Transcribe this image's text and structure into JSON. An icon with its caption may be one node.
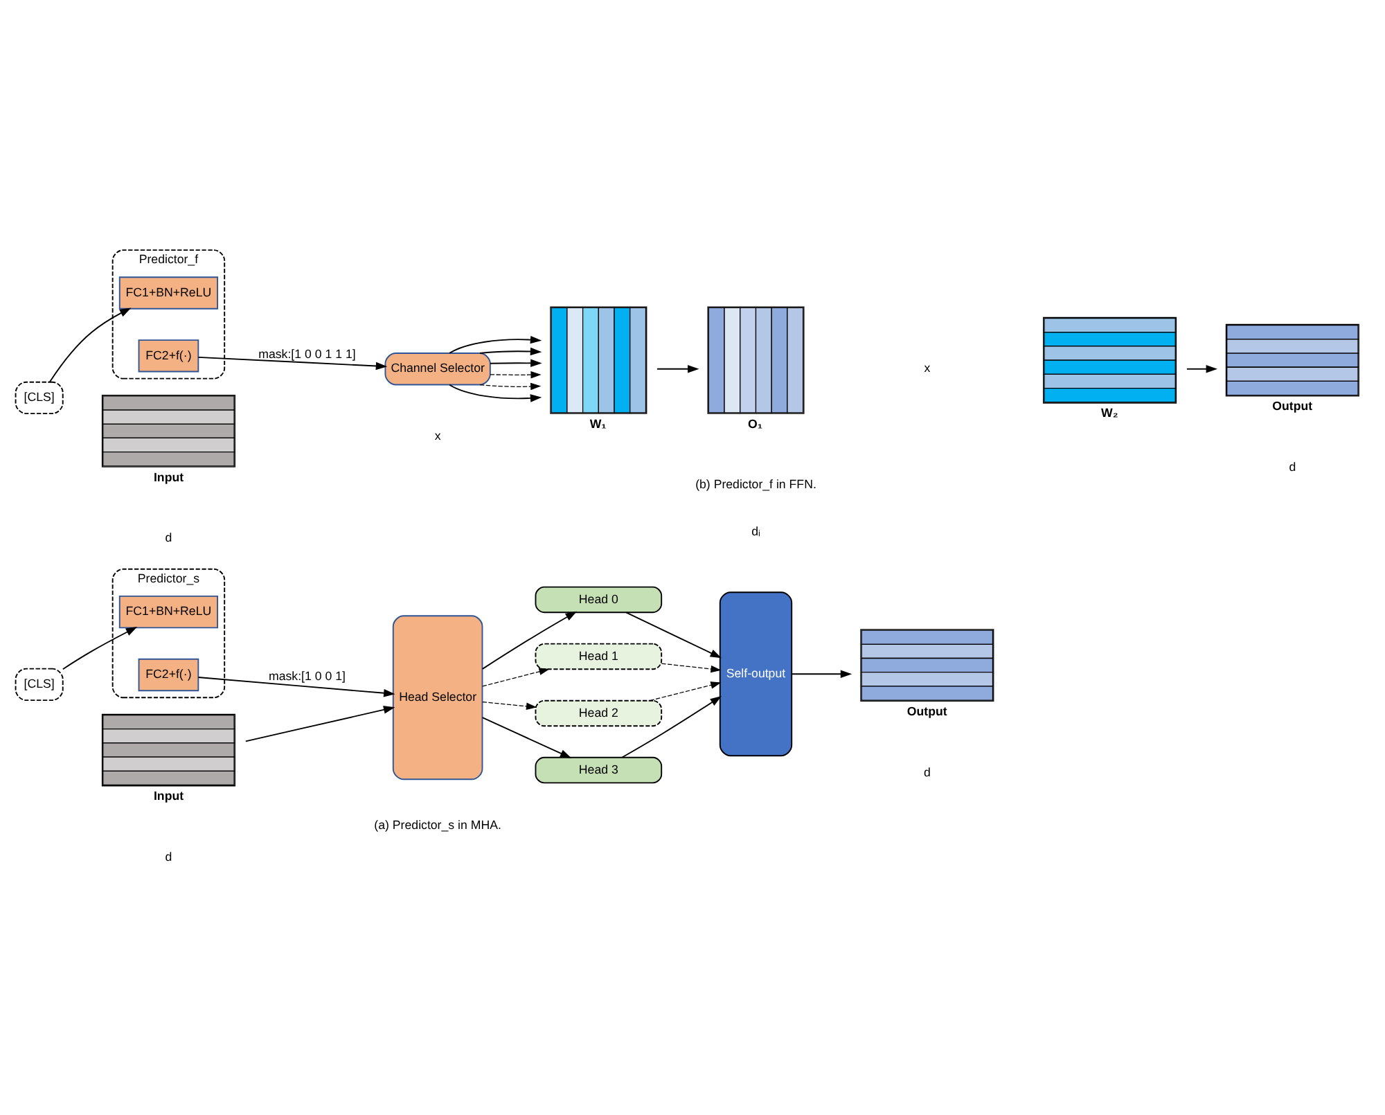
{
  "diagram": {
    "nodes": [
      {
        "text": [
          "Predictor_s"
        ]
      },
      {
        "text": [
          "FC2+f(·)"
        ],
        "in": 0
      },
      {
        "text": [
          "FC1+BN+ReLU"
        ],
        "in": 0
      },
      {
        "text": [
          "[CLS]"
        ]
      },
      {
        "text": [],
        "shape": "box",
        "beside": [
          "Input"
        ]
      },
      {
        "text": [
          "Head Selector"
        ]
      },
      {
        "text": [
          "Head 0"
        ]
      },
      {
        "text": [
          "Head 1"
        ]
      },
      {
        "text": [
          "Head 2"
        ]
      },
      {
        "text": [
          "Head 3"
        ]
      },
      {
        "text": [
          "Self-output"
        ]
      },
      {
        "text": [],
        "shape": "box",
        "beside": [
          "Output"
        ]
      },
      {
        "text": [
          "Predictor_f"
        ]
      },
      {
        "text": [
          "FC2+f(·)"
        ],
        "in": 12
      },
      {
        "text": [
          "FC1+BN+ReLU"
        ],
        "in": 12
      },
      {
        "text": [
          "[CLS]"
        ]
      },
      {
        "text": [],
        "shape": "box",
        "beside": [
          "Input"
        ]
      },
      {
        "text": [
          "Channel Selector"
        ]
      },
      {
        "text": [],
        "shape": "box",
        "beside": [
          "W₁"
        ]
      },
      {
        "text": [],
        "shape": "box",
        "beside": [
          "O₁"
        ]
      },
      {
        "text": [],
        "shape": "box",
        "beside": [
          "W₂"
        ]
      },
      {
        "text": [],
        "shape": "box",
        "beside": [
          "Output"
        ]
      }
    ],
    "edges": [
      {
        "from": 3,
        "to": 2,
        "arrow": "to"
      },
      {
        "from": 1,
        "to": 5,
        "arrow": "to",
        "label": "mask:[1 0 0 1]"
      },
      {
        "from": 4,
        "to": 5,
        "arrow": "to"
      },
      {
        "from": 5,
        "to": 6,
        "arrow": "to"
      },
      {
        "from": 5,
        "to": 7,
        "arrow": "to",
        "style": "dashed"
      },
      {
        "from": 5,
        "to": 8,
        "arrow": "to",
        "style": "dashed"
      },
      {
        "from": 5,
        "to": 9,
        "arrow": "to"
      },
      {
        "from": 6,
        "to": 10,
        "arrow": "to"
      },
      {
        "from": 7,
        "to": 10,
        "arrow": "to",
        "style": "dashed"
      },
      {
        "from": 8,
        "to": 10,
        "arrow": "to",
        "style": "dashed"
      },
      {
        "from": 9,
        "to": 10,
        "arrow": "to"
      },
      {
        "from": 10,
        "to": 11,
        "arrow": "to"
      },
      {
        "from": 15,
        "to": 14,
        "arrow": "to"
      },
      {
        "from": 13,
        "to": 17,
        "arrow": "to",
        "label": "mask:[1 0 0 1 1 1]"
      },
      {
        "from": 17,
        "to": 18,
        "arrow": "to"
      },
      {
        "from": 17,
        "to": 18,
        "arrow": "to",
        "style": "dashed"
      },
      {
        "from": 17,
        "to": 18,
        "arrow": "to",
        "style": "dashed"
      },
      {
        "from": 17,
        "to": 18,
        "arrow": "to"
      },
      {
        "from": 17,
        "to": 18,
        "arrow": "to"
      },
      {
        "from": 17,
        "to": 18,
        "arrow": "to"
      },
      {
        "from": 18,
        "to": 19,
        "arrow": "to"
      },
      {
        "from": 20,
        "to": 21,
        "arrow": "to"
      }
    ],
    "labels": [
      "d",
      "d",
      "(a) Predictor_s in MHA.",
      "d",
      "x",
      "dᵢ",
      "x",
      "d",
      "(b) Predictor_f in FFN."
    ]
  }
}
